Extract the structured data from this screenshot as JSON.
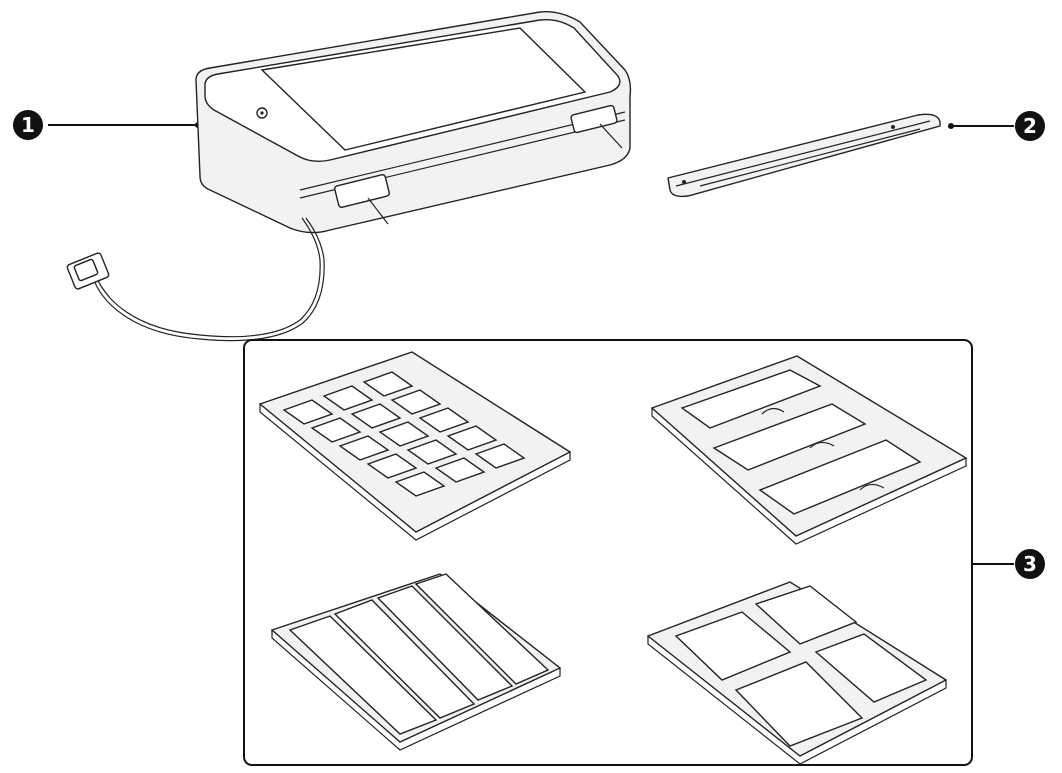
{
  "callouts": [
    {
      "id": "1",
      "label": "1"
    },
    {
      "id": "2",
      "label": "2"
    },
    {
      "id": "3",
      "label": "3"
    }
  ],
  "colors": {
    "line": "#111111",
    "badge_fill": "#111111",
    "badge_text": "#ffffff",
    "background": "#ffffff"
  },
  "parts": [
    {
      "name": "scanner-lid-unit",
      "callout": "1"
    },
    {
      "name": "holder-strip",
      "callout": "2"
    },
    {
      "name": "film-holder-set",
      "callout": "3"
    }
  ]
}
